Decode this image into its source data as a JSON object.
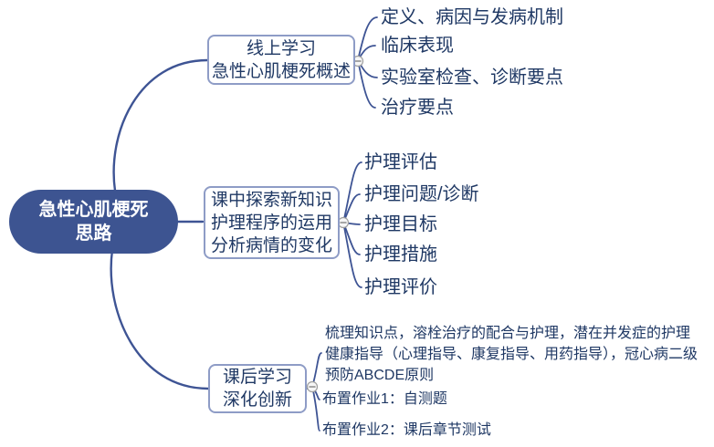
{
  "colors": {
    "root_node_fill": "#3d5491",
    "connector_line": "#3e5494",
    "branch_border": "#8e9cc6",
    "topic_text": "#1f3864"
  },
  "root": {
    "line1": "急性心肌梗死",
    "line2": "思路"
  },
  "branches": [
    {
      "box_lines": [
        "线上学习",
        "急性心肌梗死概述"
      ],
      "children": [
        "定义、病因与发病机制",
        "临床表现",
        "实验室检查、诊断要点",
        "治疗要点"
      ]
    },
    {
      "box_lines": [
        "课中探索新知识",
        "护理程序的运用",
        "分析病情的变化"
      ],
      "children": [
        "护理评估",
        "护理问题/诊断",
        "护理目标",
        "护理措施",
        "护理评价"
      ]
    },
    {
      "box_lines": [
        "课后学习",
        "深化创新"
      ],
      "children": [
        "梳理知识点，溶栓治疗的配合与护理，潜在并发症的护理健康指导（心理指导、康复指导、用药指导），冠心病二级预防ABCDE原则",
        "布置作业1：自测题",
        "布置作业2：课后章节测试"
      ]
    }
  ]
}
